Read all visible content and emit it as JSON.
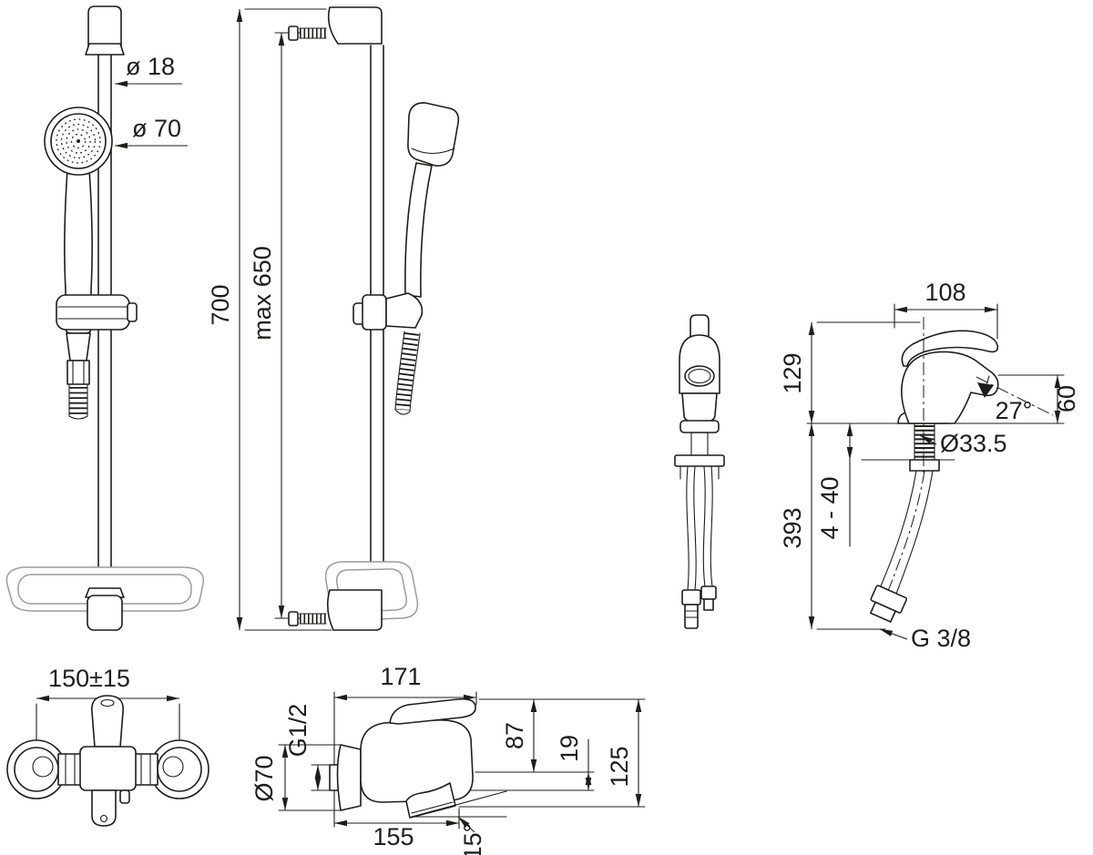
{
  "drawing": {
    "background": "#ffffff",
    "line_color": "#1d1d1b",
    "accessory_color": "#9c9c9b"
  },
  "shower_set": {
    "rail_diameter": "ø 18",
    "handshower_diameter": "ø 70",
    "overall_height": "700",
    "max_slide_height": "max 650"
  },
  "basin_mixer": {
    "spout_reach": "108",
    "height_above_deck": "129",
    "spout_angle": "27°",
    "spout_height": "60",
    "hole_diameter": "Ø33.5",
    "below_deck_length": "393",
    "deck_thickness": "4 - 40",
    "supply_thread": "G 3/8"
  },
  "bath_mixer": {
    "connection_centers": "150±15",
    "overall_depth": "171",
    "wall_thread": "G1/2",
    "escutcheon_diameter": "Ø70",
    "body_height": "87",
    "spout_offset": "19",
    "overall_height": "125",
    "spout_reach": "155",
    "spout_angle": "15°"
  }
}
